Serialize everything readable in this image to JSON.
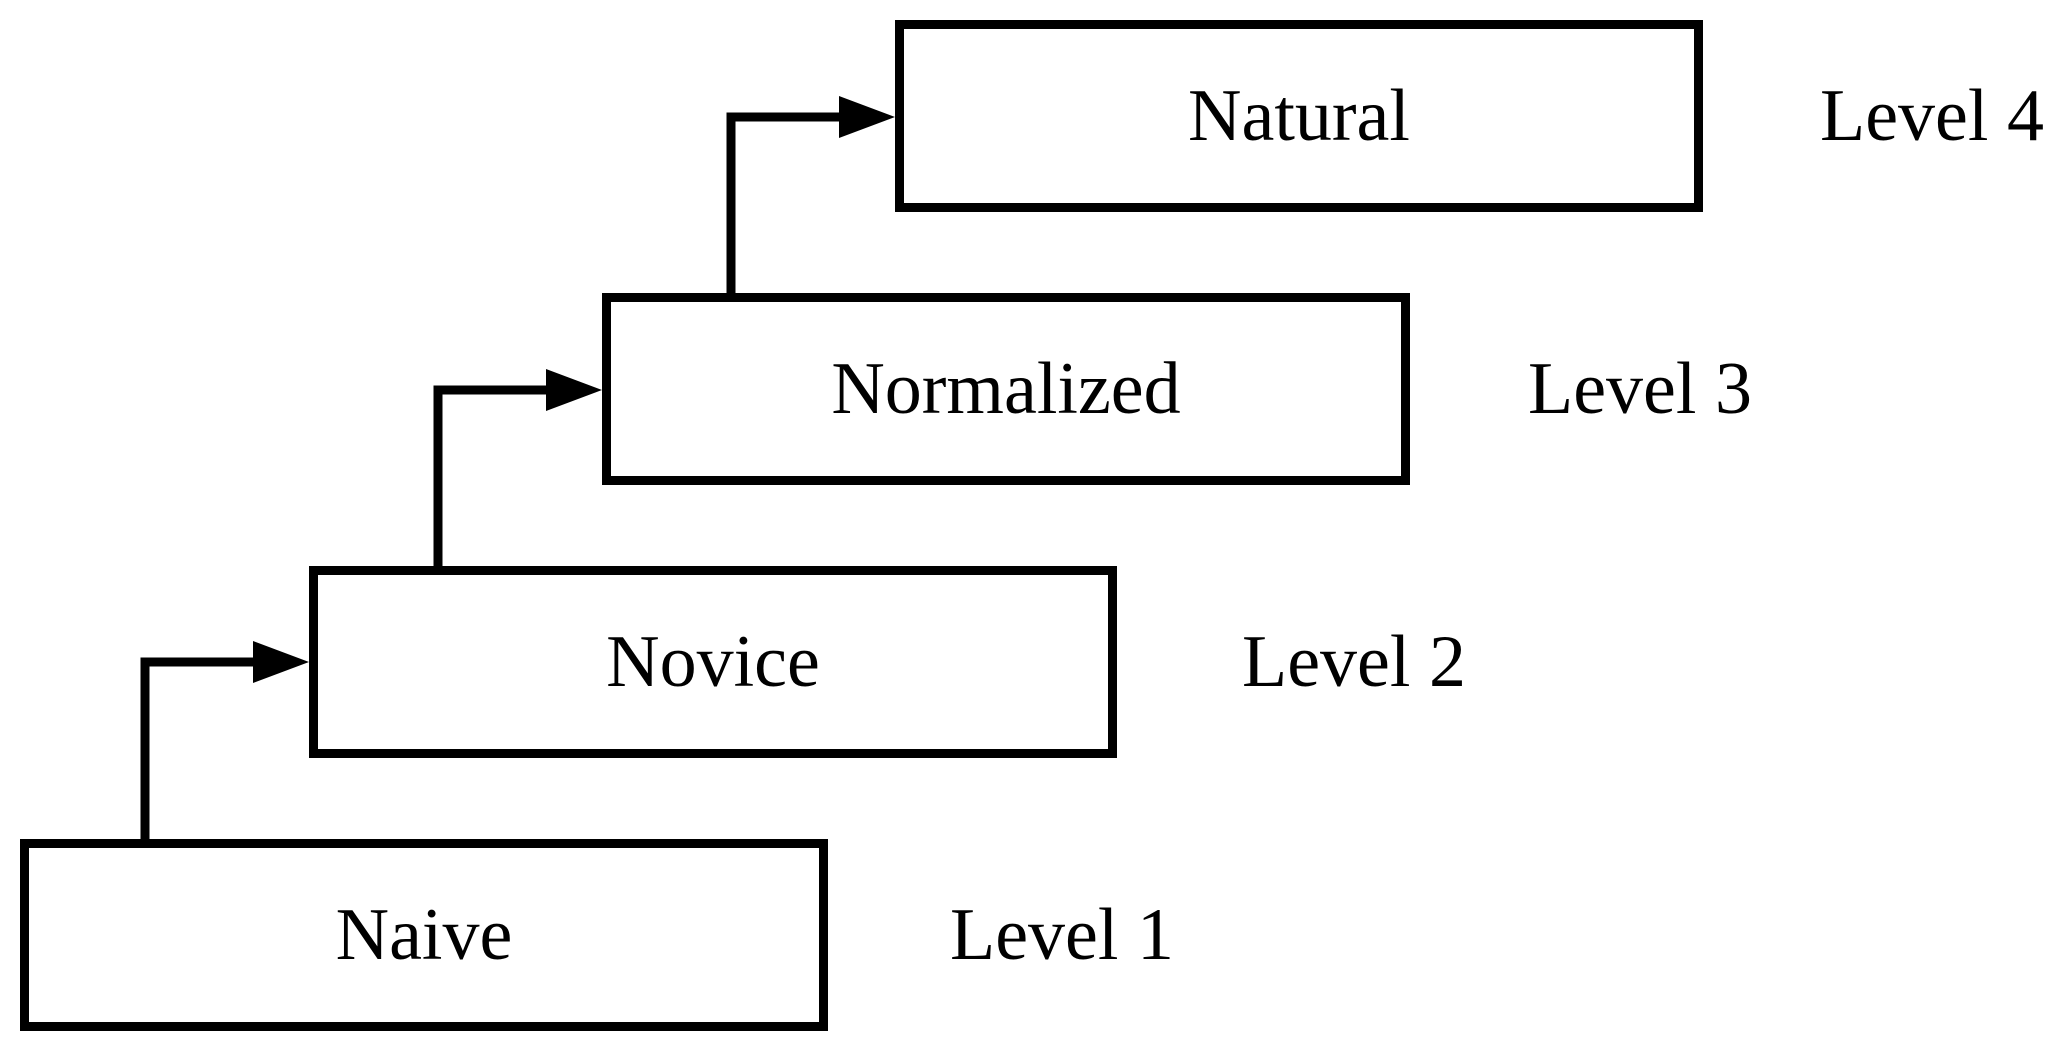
{
  "diagram": {
    "background_color": "#ffffff",
    "line_color": "#000000",
    "levels": [
      {
        "box_label": "Naive",
        "level_label": "Level 1"
      },
      {
        "box_label": "Novice",
        "level_label": "Level 2"
      },
      {
        "box_label": "Normalized",
        "level_label": "Level 3"
      },
      {
        "box_label": "Natural",
        "level_label": "Level 4"
      }
    ]
  }
}
